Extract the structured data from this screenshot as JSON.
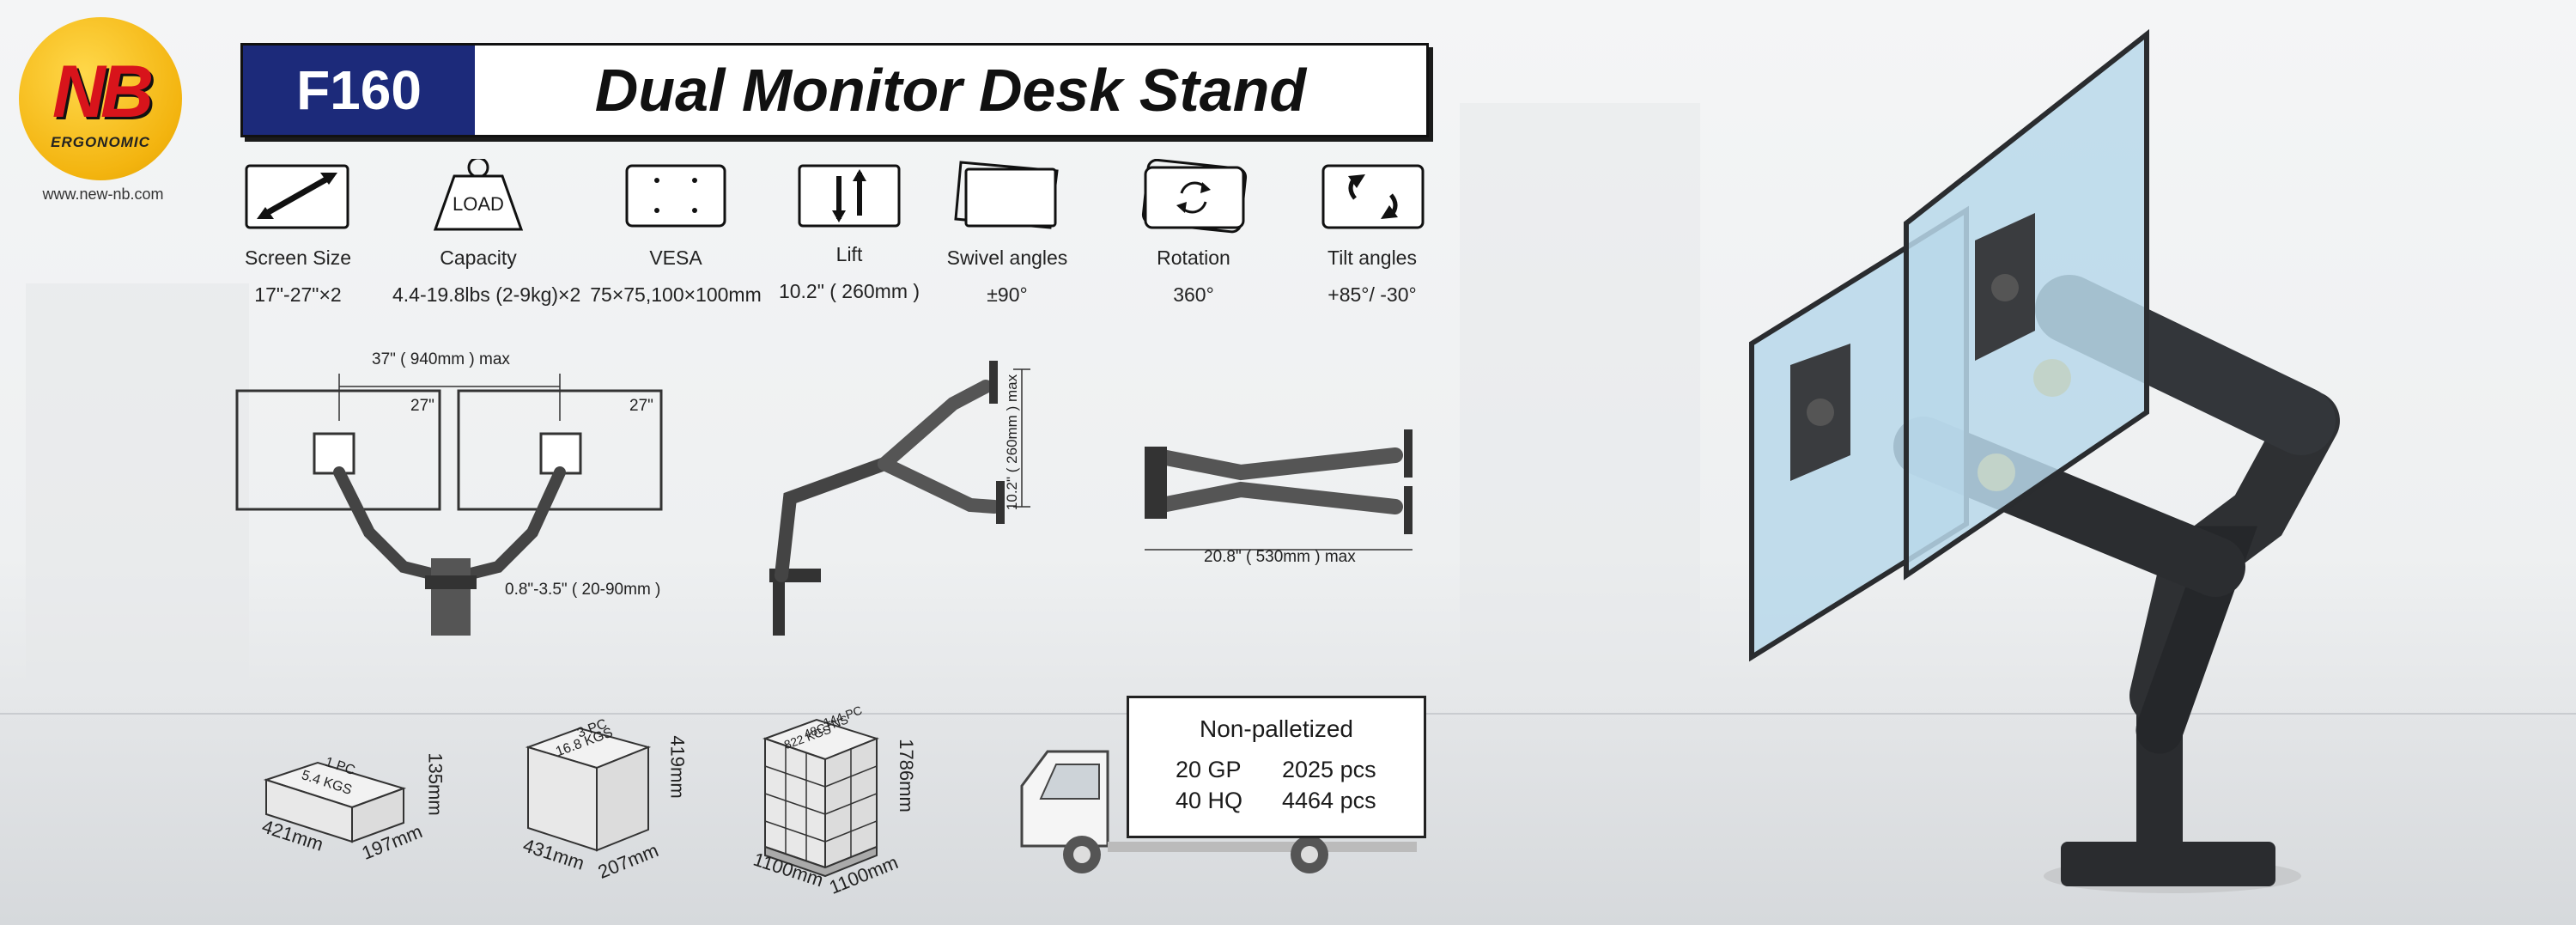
{
  "brand": {
    "logo_letters": "NB",
    "logo_sub": "ERGONOMIC",
    "website": "www.new-nb.com"
  },
  "header": {
    "model": "F160",
    "title": "Dual Monitor Desk Stand"
  },
  "specs": [
    {
      "icon": "screen-size-icon",
      "label": "Screen Size",
      "value": "17\"-27\"×2"
    },
    {
      "icon": "load-weight-icon",
      "icon_text": "LOAD",
      "label": "Capacity",
      "value": "4.4-19.8lbs (2-9kg)×2"
    },
    {
      "icon": "vesa-plate-icon",
      "label": "VESA",
      "value": "75×75,100×100mm"
    },
    {
      "icon": "lift-arrows-icon",
      "label": "Lift",
      "value": "10.2\" ( 260mm )"
    },
    {
      "icon": "swivel-icon",
      "label": "Swivel angles",
      "value": "±90°"
    },
    {
      "icon": "rotation-icon",
      "label": "Rotation",
      "value": "360°"
    },
    {
      "icon": "tilt-icon",
      "label": "Tilt angles",
      "value": "+85°/  -30°"
    }
  ],
  "dimensions": {
    "max_span": "37\" ( 940mm ) max",
    "screen_label": "27\"",
    "desk_thickness": "0.8\"-3.5\" ( 20-90mm )",
    "lift_range": "10.2\" ( 260mm ) max",
    "arm_reach": "20.8\" ( 530mm ) max"
  },
  "packaging": [
    {
      "top_line1": "1 PC",
      "top_line2": "5.4 KGS",
      "height": "135mm",
      "length": "421mm",
      "width": "197mm"
    },
    {
      "top_line1": "3 PC",
      "top_line2": "16.8 KGS",
      "height": "419mm",
      "length": "431mm",
      "width": "207mm"
    },
    {
      "top_line1": "144 PC",
      "top_line2": "48CTNS",
      "top_line3": "822 KGS",
      "height": "1786mm",
      "length": "1100mm",
      "width": "1100mm"
    }
  ],
  "shipping": {
    "heading": "Non-palletized",
    "rows": [
      {
        "container": "20 GP",
        "qty": "2025 pcs"
      },
      {
        "container": "40 HQ",
        "qty": "4464 pcs"
      }
    ]
  },
  "colors": {
    "navy": "#1c2a7a",
    "logo_yellow": "#f3b40f",
    "logo_red": "#d8141b",
    "arm_black": "#2a2c2f",
    "screen_blue": "#b8d8ea"
  }
}
